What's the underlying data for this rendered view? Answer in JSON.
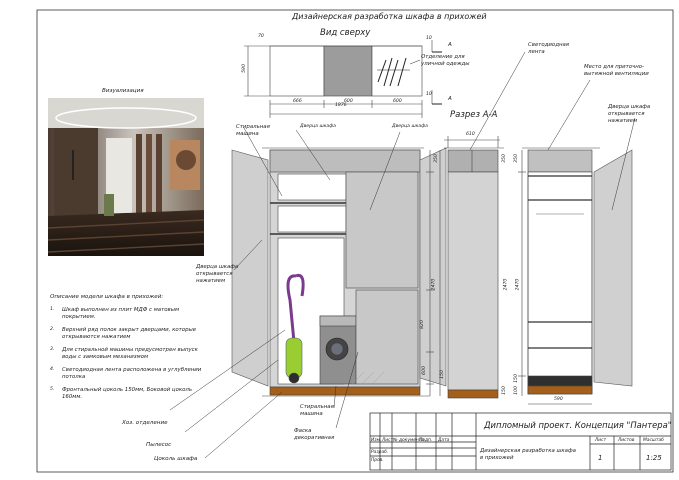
{
  "title": "Дизайнерская разработка шкафа в прихожей",
  "top_view": {
    "title": "Вид сверху",
    "dims": {
      "total": "1876",
      "d1": "666",
      "d2": "600",
      "d3": "600",
      "depth": "590",
      "edge_a": "70",
      "edge_b": "10",
      "edge_c": "10"
    },
    "callout": "Отделение для уличной одежды",
    "section_marks": [
      "A",
      "A"
    ]
  },
  "section_title": "Разрез А-А",
  "visualization_title": "Визуализация",
  "callouts": {
    "led_strip": "Светодиодная лента",
    "ventilation": "Место для приточно-вытяжной вентиляции",
    "door_right": "Дверца шкафа открывается нажатием",
    "door_left": "Дверца шкафа открывается нажатием",
    "washing_top": "Стиральная машина",
    "door_a": "Дверца шкафа",
    "door_b": "Дверца шкафа",
    "washing_bottom": "Стиральная машина",
    "facade": "Фаска декоративная",
    "household": "Хоз. отделение",
    "vacuum": "Пылесос",
    "plinth": "Цоколь шкафа"
  },
  "description": {
    "heading": "Описание модели шкафа в прихожей:",
    "items": [
      {
        "num": "1.",
        "text": "Шкаф выполнен из плит МДФ с матовым покрытием."
      },
      {
        "num": "2.",
        "text": "Верхний ряд полок закрыт дверцами, которые открываются нажатием"
      },
      {
        "num": "3.",
        "text": "Для стиральной машины предусмотрен выпуск воды с замковым механизмом"
      },
      {
        "num": "4.",
        "text": "Светодиодная лента расположена в углублении потолка"
      },
      {
        "num": "5.",
        "text": "Фронтальный цоколь 150мм, Боковой цоколь 160мм."
      }
    ]
  },
  "dims_front": {
    "top": "350",
    "h1": "2470",
    "h2": "820",
    "h3": "600",
    "bottom": "150"
  },
  "dims_section": {
    "width": "610",
    "top": "350",
    "h": "2470",
    "bottom": "150"
  },
  "dims_right": {
    "top": "350",
    "h": "2470",
    "shelf": "150",
    "bottom": "100",
    "width": "590"
  },
  "stamp": {
    "project": "Дипломный проект. Концепция \"Пантера\"",
    "headers": [
      "Изм.",
      "Лист",
      "№ документа",
      "Подп.",
      "Дата"
    ],
    "role1": "Разраб.",
    "role2": "Пров.",
    "work_title": "Дизайнерская разработка шкафа в прихожей",
    "col_sheet": "Лист",
    "col_sheets": "Листов",
    "col_scale": "Масштаб",
    "sheet": "1",
    "scale": "1:25"
  }
}
